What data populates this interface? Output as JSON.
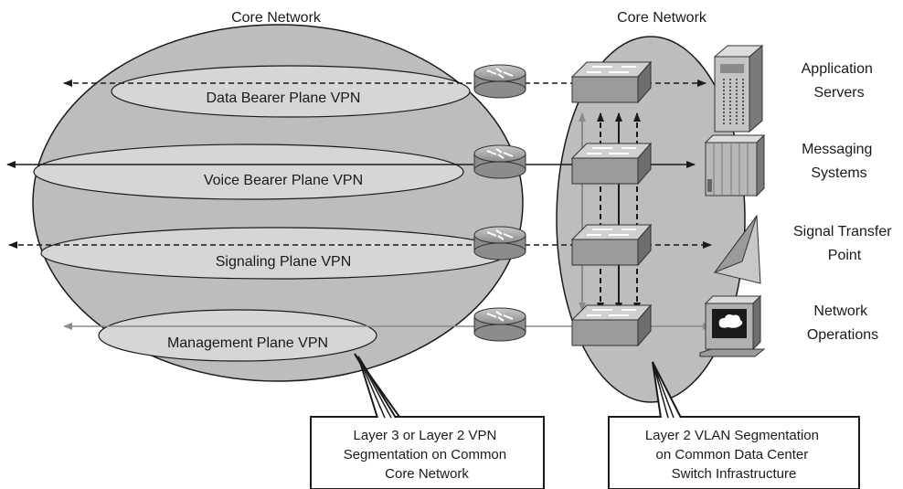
{
  "titles": {
    "left_core": "Core Network",
    "right_core": "Core Network"
  },
  "vpns": [
    {
      "label": "Data Bearer Plane VPN",
      "style": "dashed",
      "color": "#1a1a1a"
    },
    {
      "label": "Voice Bearer Plane VPN",
      "style": "solid",
      "color": "#1a1a1a"
    },
    {
      "label": "Signaling Plane VPN",
      "style": "dashed",
      "color": "#1a1a1a"
    },
    {
      "label": "Management Plane VPN",
      "style": "solid",
      "color": "#8a8a8a"
    }
  ],
  "systems": [
    {
      "icon": "application-server-icon",
      "lines": [
        "Application",
        "Servers"
      ]
    },
    {
      "icon": "messaging-system-icon",
      "lines": [
        "Messaging",
        "Systems"
      ]
    },
    {
      "icon": "signal-transfer-point-icon",
      "lines": [
        "Signal Transfer",
        "Point"
      ]
    },
    {
      "icon": "network-operations-icon",
      "lines": [
        "Network",
        "Operations"
      ]
    }
  ],
  "callouts": {
    "left": [
      "Layer 3 or Layer 2 VPN",
      "Segmentation on Common",
      "Core Network"
    ],
    "right": [
      "Layer 2 VLAN Segmentation",
      "on Common Data Center",
      "Switch Infrastructure"
    ]
  },
  "colors": {
    "cloud_fill": "#bdbdbd",
    "band_fill": "#d6d6d6",
    "device_fill": "#9a9a9a",
    "line_dark": "#1a1a1a",
    "line_grey": "#8a8a8a"
  }
}
